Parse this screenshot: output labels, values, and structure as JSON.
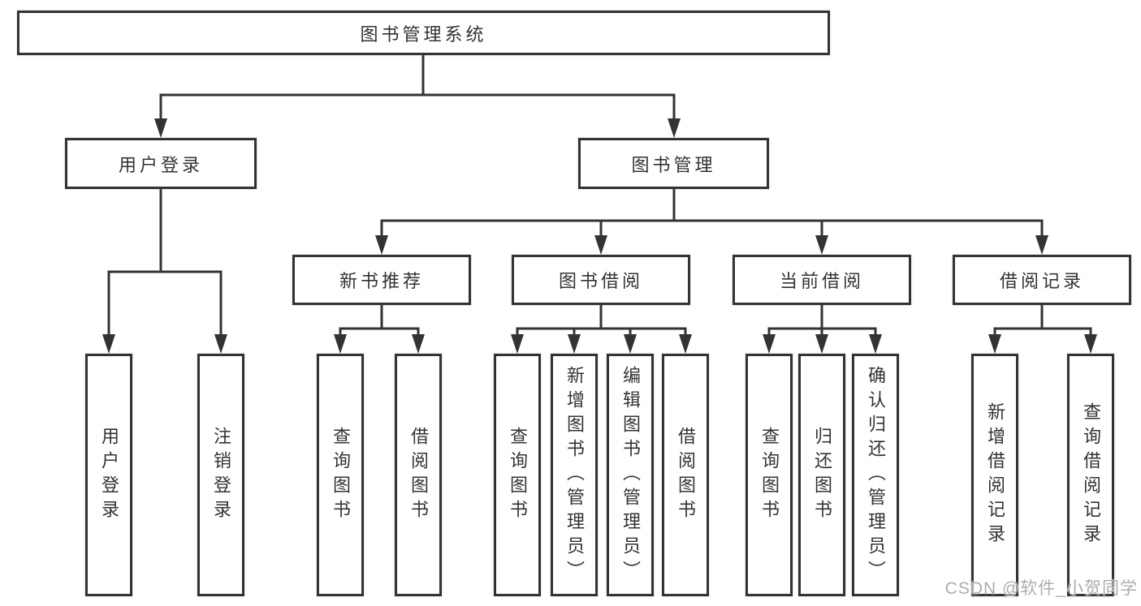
{
  "colors": {
    "line": "#333333",
    "box_border": "#333333",
    "text": "#333333",
    "background": "#ffffff",
    "watermark": "#a9aeb4"
  },
  "watermark": {
    "text": "CSDN @软件_小贺同学"
  },
  "tree": {
    "label": "图书管理系统",
    "children": [
      {
        "label": "用户登录",
        "children": [
          {
            "label": "用户登录"
          },
          {
            "label": "注销登录"
          }
        ]
      },
      {
        "label": "图书管理",
        "children": [
          {
            "label": "新书推荐",
            "children": [
              {
                "label": "查询图书"
              },
              {
                "label": "借阅图书"
              }
            ]
          },
          {
            "label": "图书借阅",
            "children": [
              {
                "label": "查询图书"
              },
              {
                "label": "新增图书（管理员）"
              },
              {
                "label": "编辑图书（管理员）"
              },
              {
                "label": "借阅图书"
              }
            ]
          },
          {
            "label": "当前借阅",
            "children": [
              {
                "label": "查询图书"
              },
              {
                "label": "归还图书"
              },
              {
                "label": "确认归还（管理员）"
              }
            ]
          },
          {
            "label": "借阅记录",
            "children": [
              {
                "label": "新增借阅记录"
              },
              {
                "label": "查询借阅记录"
              }
            ]
          }
        ]
      }
    ]
  }
}
